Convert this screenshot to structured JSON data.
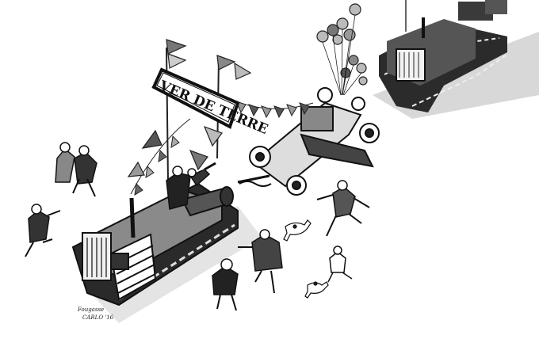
{
  "illustration": {
    "banner_text": "VER DE TERRE",
    "signature_line1": "Fougasse",
    "signature_line2": "CARLO '16"
  }
}
